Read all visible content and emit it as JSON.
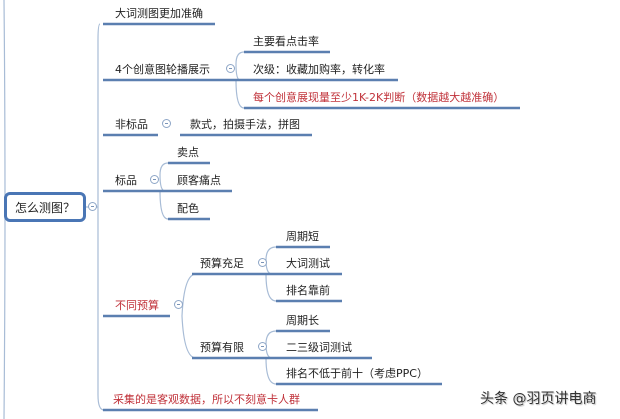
{
  "root": {
    "label": "怎么测图？"
  },
  "branches": [
    {
      "label": "大词测图更加准确",
      "color": "#222222"
    },
    {
      "label": "4个创意图轮播展示",
      "color": "#222222",
      "children": [
        {
          "label": "主要看点击率",
          "color": "#222222"
        },
        {
          "label": "次级：收藏加购率，转化率",
          "color": "#222222"
        },
        {
          "label": "每个创意展现量至少1K-2K判断（数据越大越准确）",
          "color": "#c0323a"
        }
      ]
    },
    {
      "label": "非标品",
      "color": "#222222",
      "children": [
        {
          "label": "款式，拍摄手法，拼图",
          "color": "#222222"
        }
      ]
    },
    {
      "label": "标品",
      "color": "#222222",
      "children": [
        {
          "label": "卖点",
          "color": "#222222"
        },
        {
          "label": "顾客痛点",
          "color": "#222222"
        },
        {
          "label": "配色",
          "color": "#222222"
        }
      ]
    },
    {
      "label": "不同预算",
      "color": "#c0323a",
      "children": [
        {
          "label": "预算充足",
          "children": [
            {
              "label": "周期短"
            },
            {
              "label": "大词测试"
            },
            {
              "label": "排名靠前"
            }
          ]
        },
        {
          "label": "预算有限",
          "children": [
            {
              "label": "周期长"
            },
            {
              "label": "二三级词测试"
            },
            {
              "label": "排名不低于前十（考虑PPC）"
            }
          ]
        }
      ]
    },
    {
      "label": "采集的是客观数据，所以不刻意卡人群",
      "color": "#c0323a"
    }
  ],
  "watermark": "头条 @羽页讲电商",
  "colors": {
    "line": "#5b7fb0",
    "curve": "#a8bcd6",
    "accent_red": "#c0323a",
    "root_border": "#4a76b5"
  }
}
